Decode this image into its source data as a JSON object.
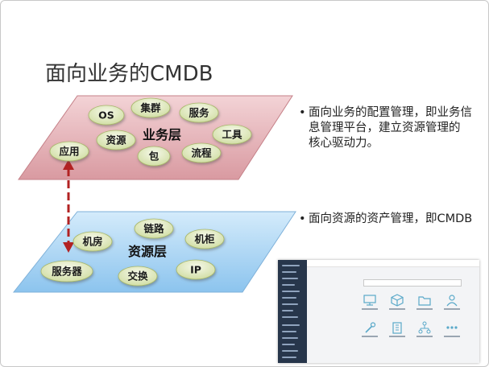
{
  "title": "面向业务的CMDB",
  "business_layer": {
    "center_label": "业务层",
    "nodes": [
      "OS",
      "集群",
      "服务",
      "资源",
      "工具",
      "应用",
      "包",
      "流程"
    ]
  },
  "resource_layer": {
    "center_label": "资源层",
    "nodes": [
      "链路",
      "机房",
      "机柜",
      "服务器",
      "交换",
      "IP"
    ]
  },
  "bullets": [
    {
      "dot": "•",
      "lines": [
        "面向业务的配置管理，即业务信",
        "息管理平台，建立资源管理的",
        "核心驱动力。"
      ]
    },
    {
      "dot": "•",
      "lines": [
        "面向资源的资产管理，即CMDB"
      ]
    }
  ],
  "colors": {
    "business_plane": "#e7b7bc",
    "resource_plane": "#a9d3f2",
    "node_fill": "#dfe8bf",
    "arrow": "#b22222"
  },
  "screenshot_icons": [
    "monitor-icon",
    "cube-icon",
    "folder-icon",
    "user-icon",
    "tool-icon",
    "building-icon",
    "network-icon",
    "dots-icon"
  ]
}
